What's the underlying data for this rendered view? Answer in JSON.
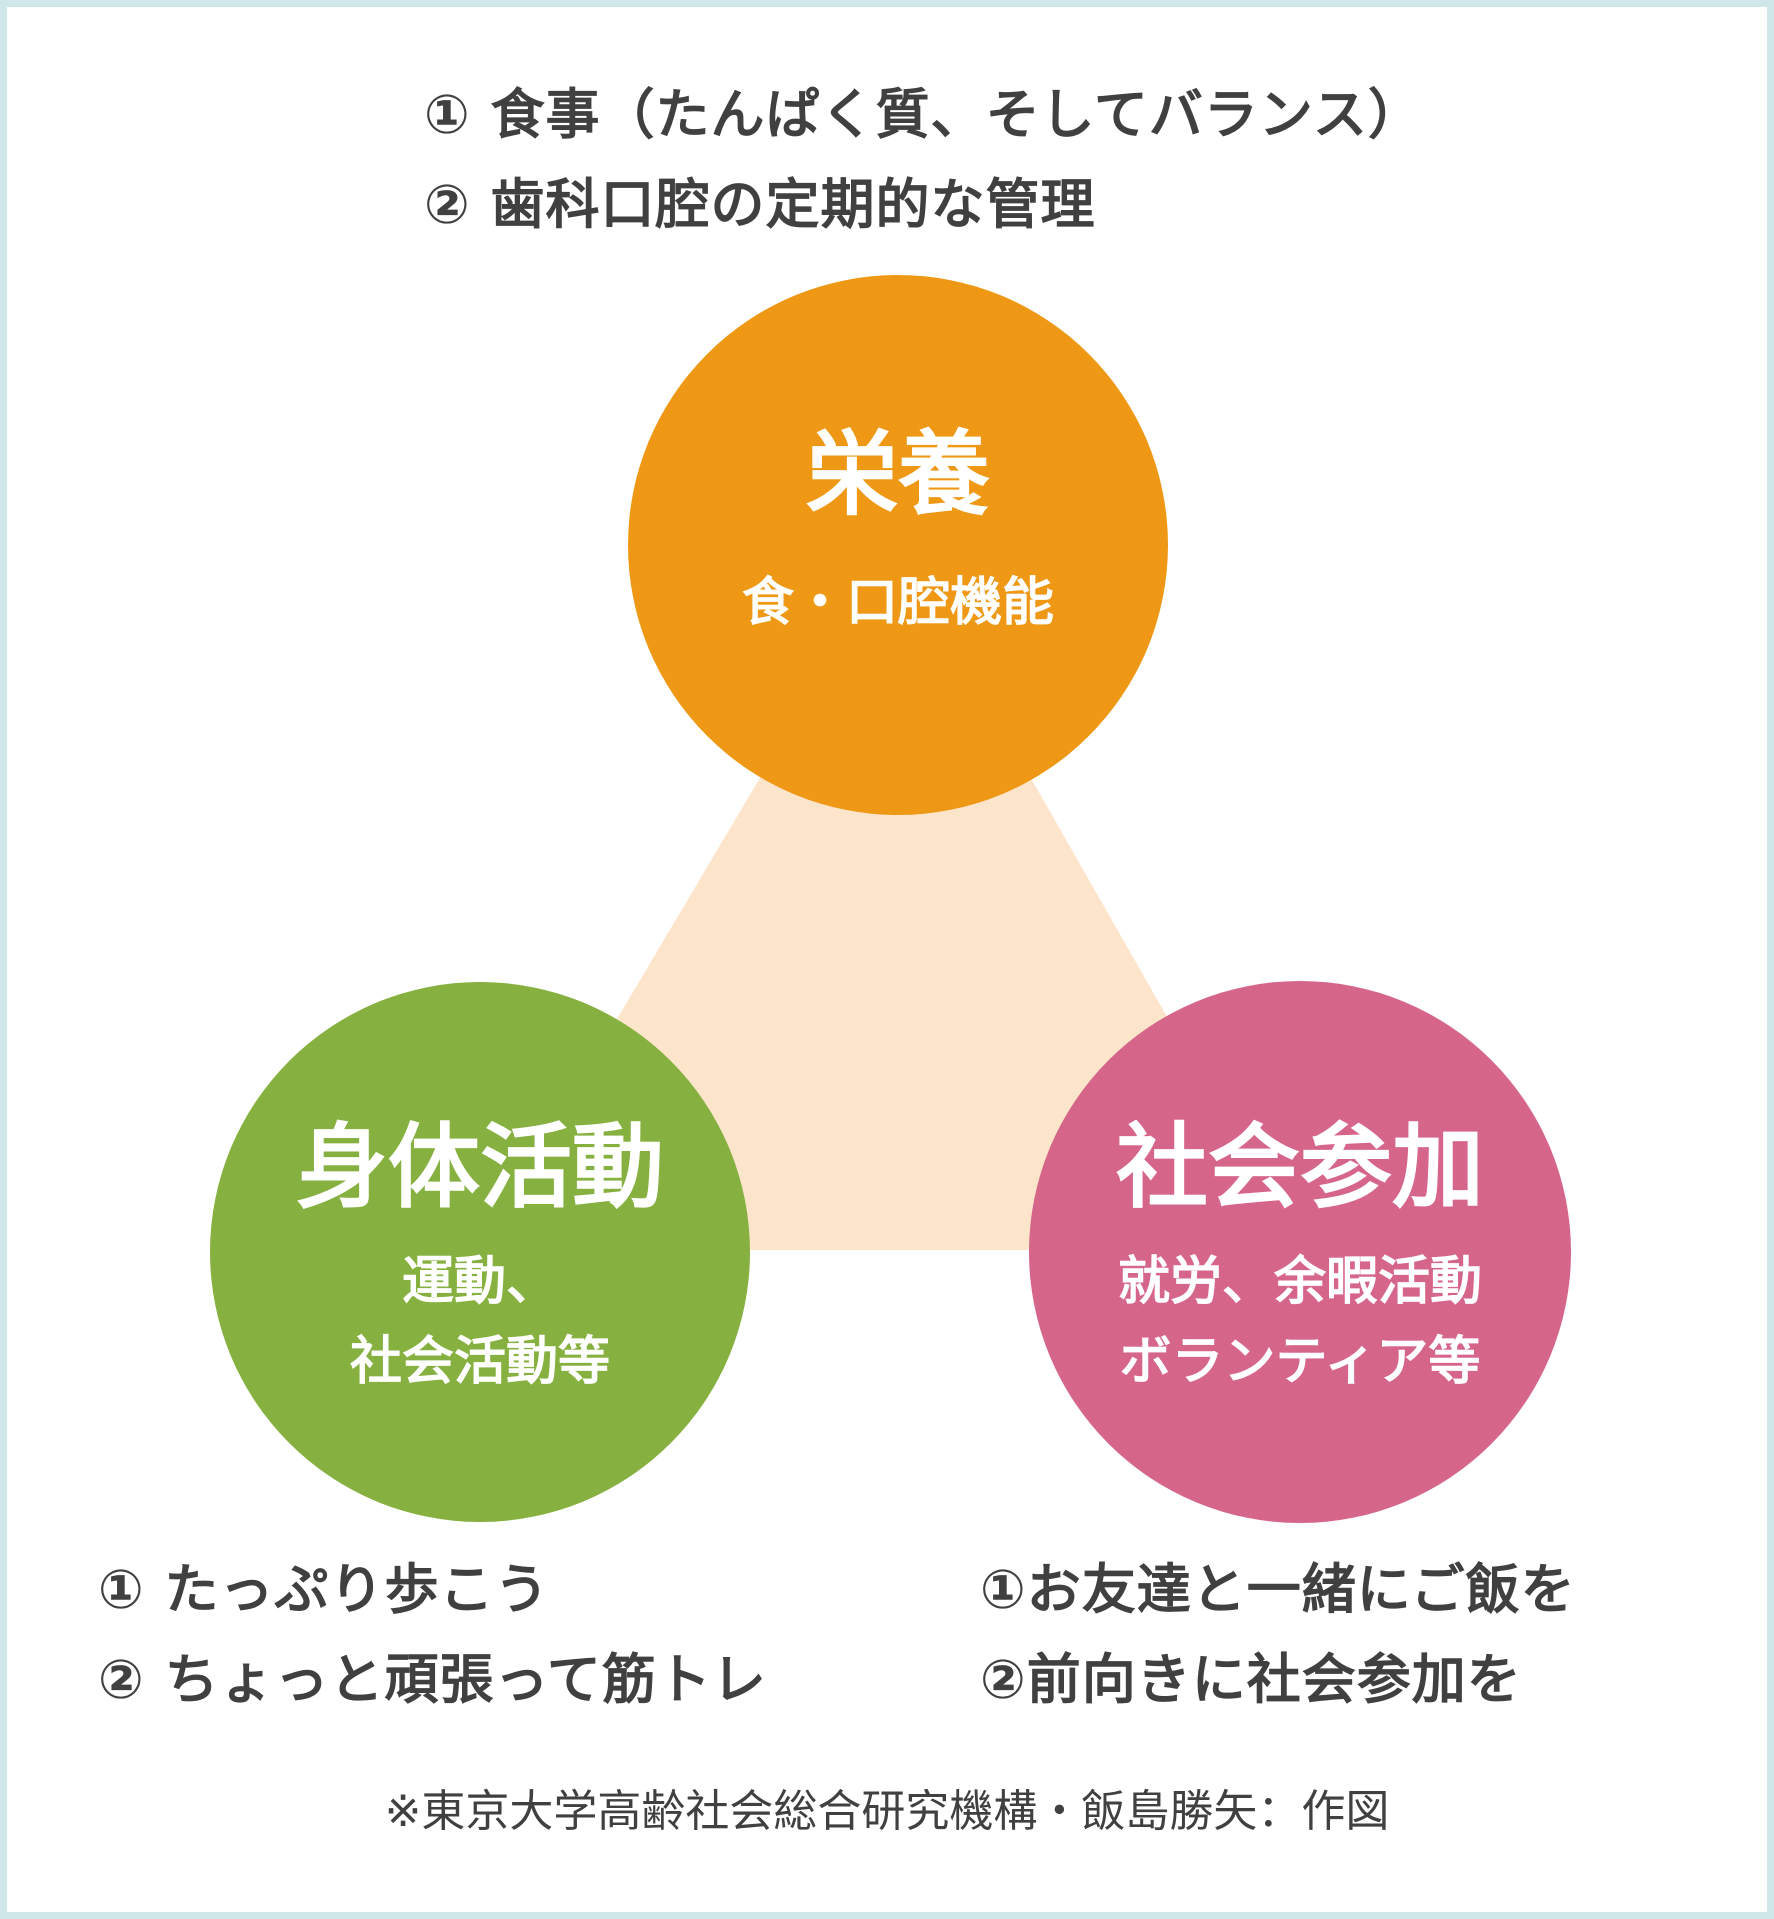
{
  "colors": {
    "border": "#cfe7e9",
    "triangle": "#fde5cc",
    "nutrition": "#ee9815",
    "physical": "#86b03f",
    "social": "#d6658a",
    "text": "#404040"
  },
  "top_list": {
    "items": [
      "① 食事（たんぱく質、そしてバランス）",
      "② 歯科口腔の定期的な管理"
    ]
  },
  "circles": {
    "nutrition": {
      "title": "栄養",
      "subtitle_lines": [
        "食・口腔機能"
      ]
    },
    "physical": {
      "title": "身体活動",
      "subtitle_lines": [
        "運動、",
        "社会活動等"
      ]
    },
    "social": {
      "title": "社会参加",
      "subtitle_lines": [
        "就労、余暇活動",
        "ボランティア等"
      ]
    }
  },
  "left_list": {
    "items": [
      "① たっぷり歩こう",
      "② ちょっと頑張って筋トレ"
    ]
  },
  "right_list": {
    "items": [
      "①お友達と一緒にご飯を",
      "②前向きに社会参加を"
    ]
  },
  "footer": {
    "credit": "※東京大学高齢社会総合研究機構・飯島勝矢：作図"
  }
}
